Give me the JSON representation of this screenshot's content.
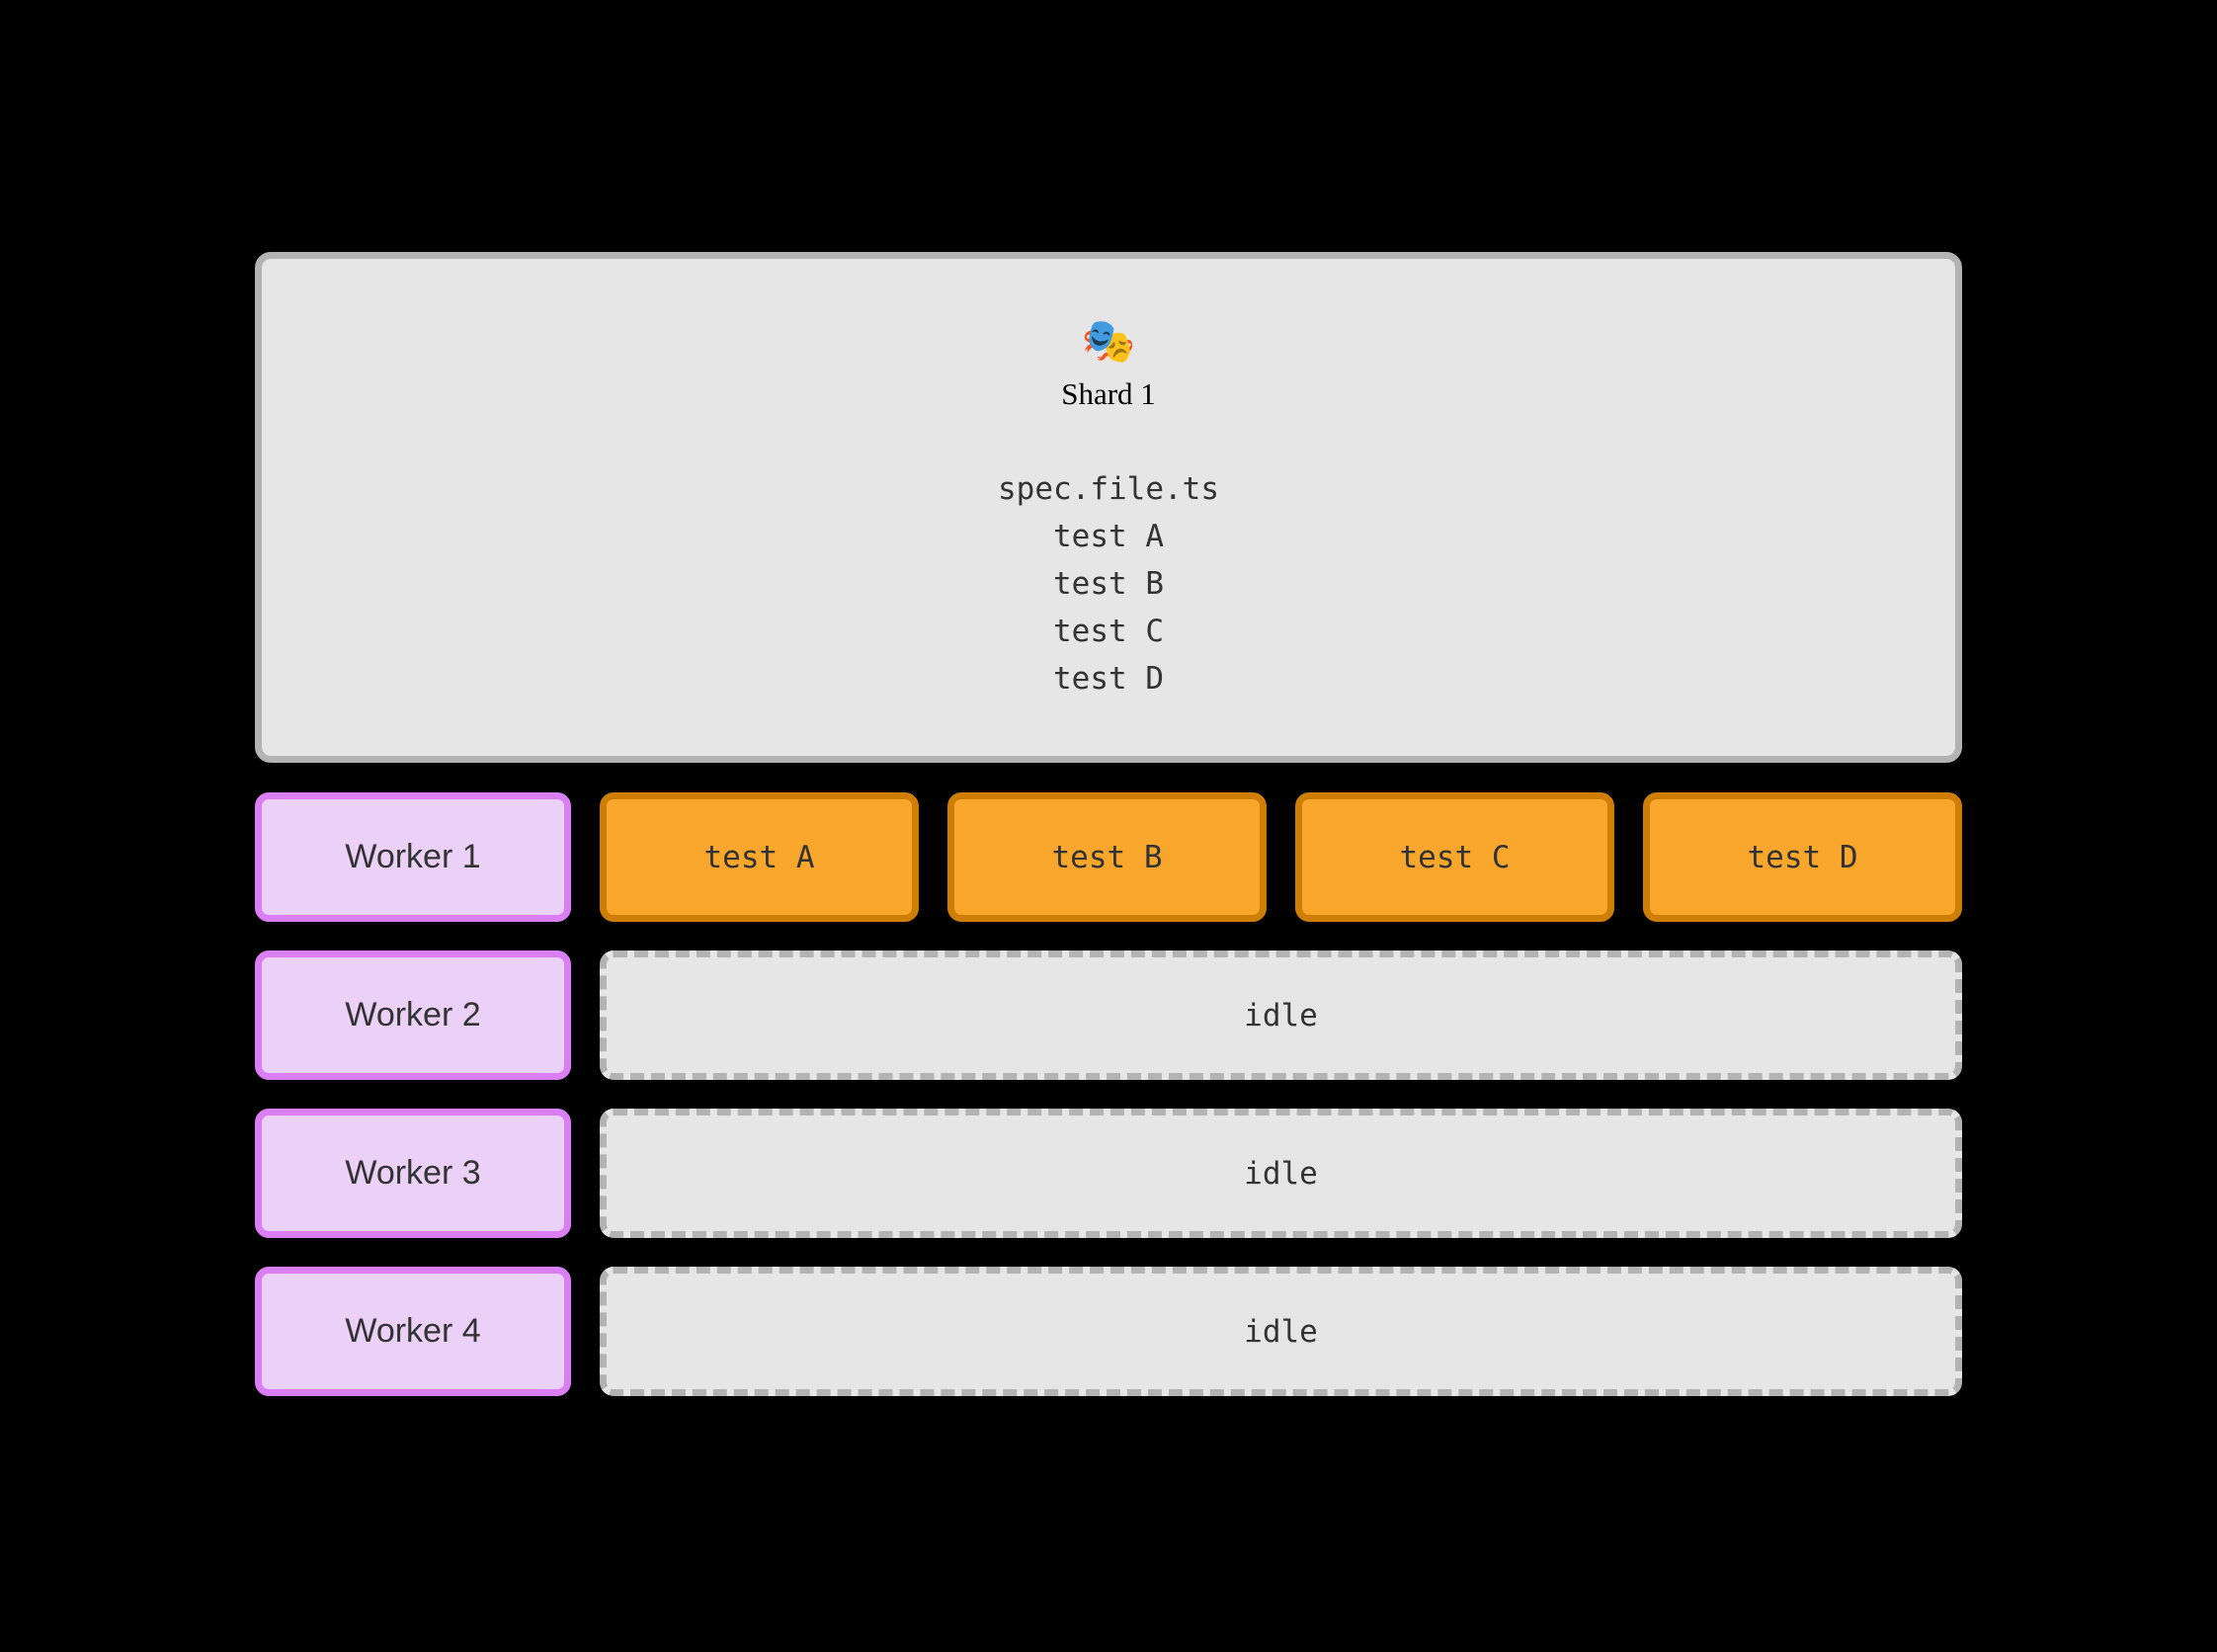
{
  "colors": {
    "background": "#000000",
    "panel_fill": "#e6e6e6",
    "panel_border": "#b3b3b3",
    "worker_fill": "#ebd0f8",
    "worker_border": "#da7ef3",
    "task_fill": "#f9a62d",
    "task_border": "#ce7e04",
    "text_dark": "#333333"
  },
  "shard": {
    "icon": "🎭",
    "title": "Shard 1",
    "spec_file": "spec.file.ts",
    "tests": [
      "test A",
      "test B",
      "test C",
      "test D"
    ]
  },
  "workers": [
    {
      "label": "Worker 1",
      "status": "running",
      "tasks": [
        "test A",
        "test B",
        "test C",
        "test D"
      ]
    },
    {
      "label": "Worker 2",
      "status": "idle",
      "status_label": "idle"
    },
    {
      "label": "Worker 3",
      "status": "idle",
      "status_label": "idle"
    },
    {
      "label": "Worker 4",
      "status": "idle",
      "status_label": "idle"
    }
  ]
}
